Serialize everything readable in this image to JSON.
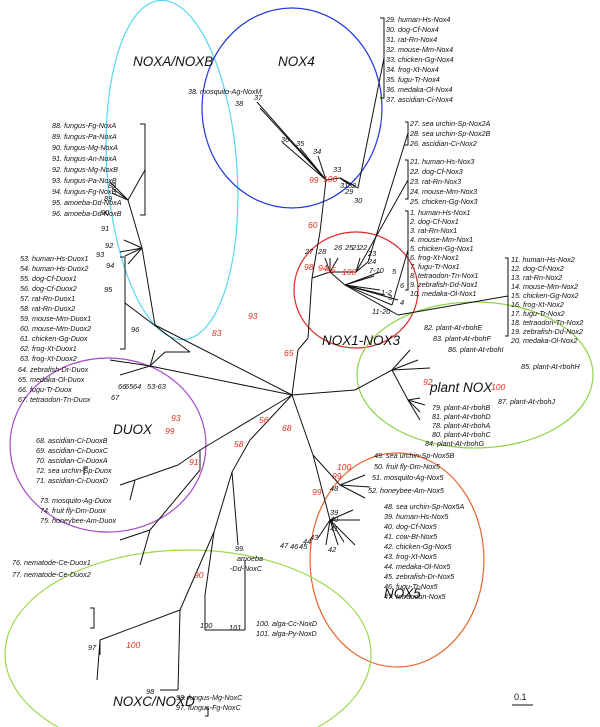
{
  "colors": {
    "noxa": "#55d8f0",
    "nox4": "#1f35d8",
    "nox13": "#dc2a2a",
    "plant": "#8fd44a",
    "duox": "#a64ac9",
    "nox5": "#e8642a",
    "noxc": "#9ad84a",
    "support": "#e0301e"
  },
  "groups": {
    "noxa": "NOXA/NOXB",
    "nox4": "NOX4",
    "nox13": "NOX1-NOX3",
    "plant": "plant NOX",
    "duox": "DUOX",
    "nox5": "NOX5",
    "noxc": "NOXC/NOXD"
  },
  "scale_label": "0.1",
  "labels": {
    "mosq_noxm": "38. mosquito-Ag-NoxM",
    "nox4": [
      "29. human-Hs-Nox4",
      "30. dog-Cf-Nox4",
      "31. rat-Rn-Nox4",
      "32. mouse-Mm-Nox4",
      "33. chicken-Gg-Nox4",
      "34. frog-Xt-Nox4",
      "35. fugu-Tr-Nox4",
      "36. medaka-Ol-Nox4",
      "37. ascidian-Ci-Nox4"
    ],
    "nox2a": [
      "27. sea urchin-Sp-Nox2A",
      "28. sea urchin-Sp-Nox2B",
      "26. ascidian-Ci-Nox2"
    ],
    "nox3": [
      "21. human-Hs-Nox3",
      "22. dog-Cf-Nox3",
      "23. rat-Rn-Nox3",
      "24. mouse-Mm-Nox3",
      "25. chicken-Gg-Nox3"
    ],
    "nox1": [
      "1. human-Hs-Nox1",
      "2. dog-Cf-Nox1",
      "3. rat-Rn-Nox1",
      "4. mouse-Mm-Nox1",
      "5. chicken-Gg-Nox1",
      "6. frog-Xt-Nox1",
      "7. fugu-Tr-Nox1",
      "8. tetraodon-Tn-Nox1",
      "9. zebrafish-Dd-Nox1",
      "10. medaka-Ol-Nox1"
    ],
    "nox2": [
      "11. human-Hs-Nox2",
      "12. dog-Cf-Nox2",
      "13. rat-Rn-Nox2",
      "14. mouse-Mm-Nox2",
      "15. chicken-Gg-Nox2",
      "16. frog-Xt-Nox2",
      "17. fugu-Tr-Nox2",
      "18. tetraodon-Tn-Nox2",
      "19. zebrafish-Dd-Nox2",
      "20. medaka-Ol-Nox2"
    ],
    "noxab": [
      "88. fungus-Fg-NoxA",
      "89. fungus-Pa-NoxA",
      "90. fungus-Mg-NoxA",
      "91. fungus-An-NoxA",
      "92. fungus-Mg-NoxB",
      "93. fungus-Pa-NoxB",
      "94. fungus-Fg-NoxB",
      "95. amoeba-Dd-NoxA",
      "96. amoeba-Dd-NoxB"
    ],
    "duox1": [
      "53. human-Hs-Duox1",
      "54. human-Hs-Duox2",
      "55. dog-Cf-Duox1",
      "56. dog-Cf-Duox2",
      "57. rat-Rn-Duox1",
      "58. rat-Rn-Duox2",
      "59. mouse-Mm-Duox1",
      "60. mouse-Mm-Duox2",
      "61. chicken-Gg-Duox",
      "62. frog-Xt-Duox1",
      "63. frog-Xt-Duox2"
    ],
    "duox_fish": [
      "64. zebrafish-Dr-Duox",
      "65. medaka-Ol-Duox",
      "66. fugu-Tr-Duox",
      "67. tetraodon-Tn-Duox"
    ],
    "duox_asc": [
      "68. ascidian-Ci-DuoxB",
      "69. ascidian-Ci-DuoxC",
      "70. ascidian-Ci-DuoxA",
      "72. sea urchin-Sp-Duox",
      "71. ascidian-Ci-DuoxD"
    ],
    "duox_ins": [
      "73. mosquito-Ag-Duox",
      "74. fruit fly-Dm-Duox",
      "75. honeybee-Am-Duox"
    ],
    "duox_nem": [
      "76. nematode-Ce-Duox1",
      "77. nematode-Ce-Duox2"
    ],
    "plant_top": [
      "82. plant-At-rbohE",
      "83. plant-At-rbohF",
      "86. plant-At-rbohI"
    ],
    "plant_hj": [
      "85. plant-At-rbohH",
      "87. plant-At-rbohJ"
    ],
    "plant_bot": [
      "79. plant-At-rbohB",
      "81. plant-At-rbohD",
      "78. plant-At-rbohA",
      "80. plant-At-rbohC",
      "84. plant-At-rbohG"
    ],
    "nox5_inv": [
      "49. sea urchin-Sp-Nox5B",
      "50. fruit fly-Dm-Nox5",
      "51. mosquito-Ag-Nox5",
      "52. honeybee-Am-Nox5"
    ],
    "nox5_vert": [
      "48. sea urchin-Sp-Nox5A",
      "39. human-Hs-Nox5",
      "40. dog-Cf-Nox5",
      "41. cow-Bt-Nox5",
      "42. chicken-Gg-Nox5",
      "43. frog-Xt-Nox5",
      "44. medaka-Ol-Nox5",
      "45. zebrafish-Dr-Nox5",
      "46. fugu-Tr-Nox5",
      "47. tetraodon-Nox5"
    ],
    "amoeba_noxc": [
      "99.",
      "amoeba",
      "-Dd-NoxC"
    ],
    "alga": [
      "100. alga-Cc-NoxD",
      "101. alga-Py-NoxD"
    ],
    "fungus_noxc": [
      "98. fungus-Mg-NoxC",
      "97. fungus-Fg-NoxC"
    ]
  },
  "nodes": {
    "n38": "38",
    "n37": "37",
    "n36": "36",
    "n35": "35",
    "n34": "34",
    "n33": "33",
    "n31": "31",
    "n32": "32",
    "n29": "29",
    "n30": "30",
    "n27": "27",
    "n28": "28",
    "n26": "26",
    "n25": "25",
    "n21": "21",
    "n22": "22",
    "n23": "23",
    "n24": "24",
    "n5": "5",
    "n7_10": "7-10",
    "n1_2": "1-2",
    "n3": "3",
    "n4": "4",
    "n6": "6",
    "n11_20": "11-20",
    "n88": "88",
    "n89": "89",
    "n90": "90",
    "n91": "91",
    "n92": "92",
    "n93": "93",
    "n94": "94",
    "n95": "95",
    "n96": "96",
    "n66": "66",
    "n65": "65",
    "n64": "64",
    "n53_63": "53-63",
    "n67": "67",
    "n39": "39",
    "n40": "40",
    "n41": "41",
    "n42": "42",
    "n43": "43",
    "n44": "44",
    "n45": "45",
    "n46": "46",
    "n47": "47",
    "n48": "48",
    "n100": "100",
    "n101": "101",
    "n97": "97",
    "n98": "98"
  },
  "support": {
    "s99a": "99",
    "s100a": "100",
    "s60": "60",
    "s98": "98",
    "s94": "94",
    "s95": "95",
    "s100b": "100",
    "s93a": "93",
    "s83": "83",
    "s65": "65",
    "s92": "92",
    "s100c": "100",
    "s93b": "93",
    "s99b": "99",
    "s56": "56",
    "s68": "68",
    "s58": "58",
    "s99c": "99",
    "s100d": "100",
    "s99d": "99",
    "s91": "91",
    "s90": "90",
    "s100e": "100"
  }
}
